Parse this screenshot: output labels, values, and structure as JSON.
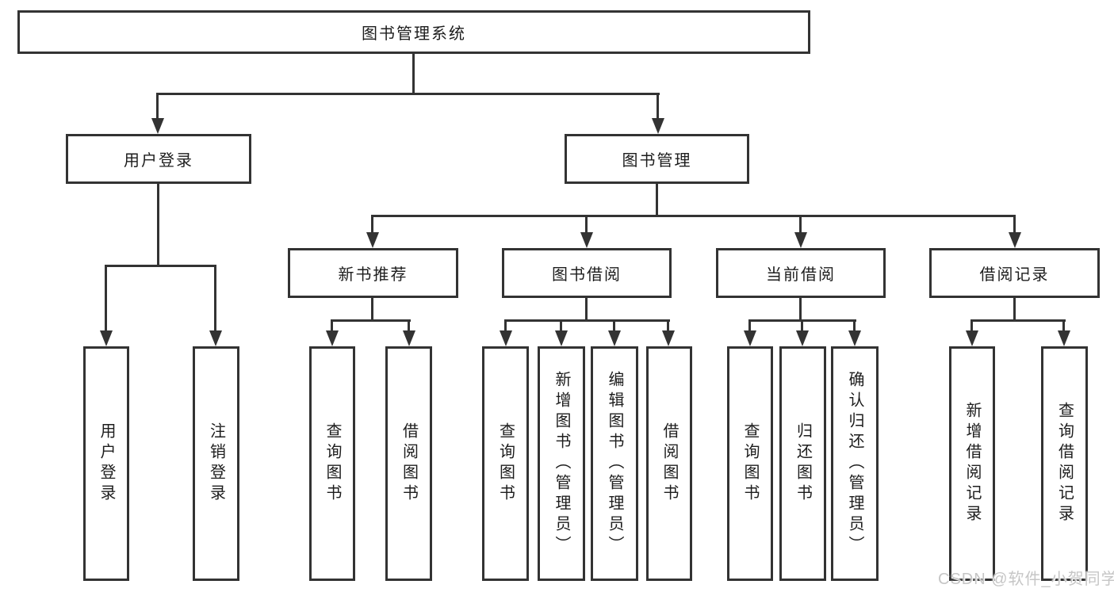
{
  "diagram": {
    "root": {
      "label": "图书管理系统"
    },
    "branches": [
      {
        "label": "用户登录",
        "children": [
          "用户登录",
          "注销登录"
        ]
      },
      {
        "label": "图书管理",
        "children": [
          {
            "label": "新书推荐",
            "children": [
              "查询图书",
              "借阅图书"
            ]
          },
          {
            "label": "图书借阅",
            "children": [
              "查询图书",
              "新增图书（管理员）",
              "编辑图书（管理员）",
              "借阅图书"
            ]
          },
          {
            "label": "当前借阅",
            "children": [
              "查询图书",
              "归还图书",
              "确认归还（管理员）"
            ]
          },
          {
            "label": "借阅记录",
            "children": [
              "新增借阅记录",
              "查询借阅记录"
            ]
          }
        ]
      }
    ]
  },
  "watermark": {
    "text": "CSDN @软件_小贺同学"
  },
  "colors": {
    "line": "#333333",
    "text": "#1d1d1d",
    "watermark": "#c6c6c6",
    "bg": "#ffffff"
  }
}
